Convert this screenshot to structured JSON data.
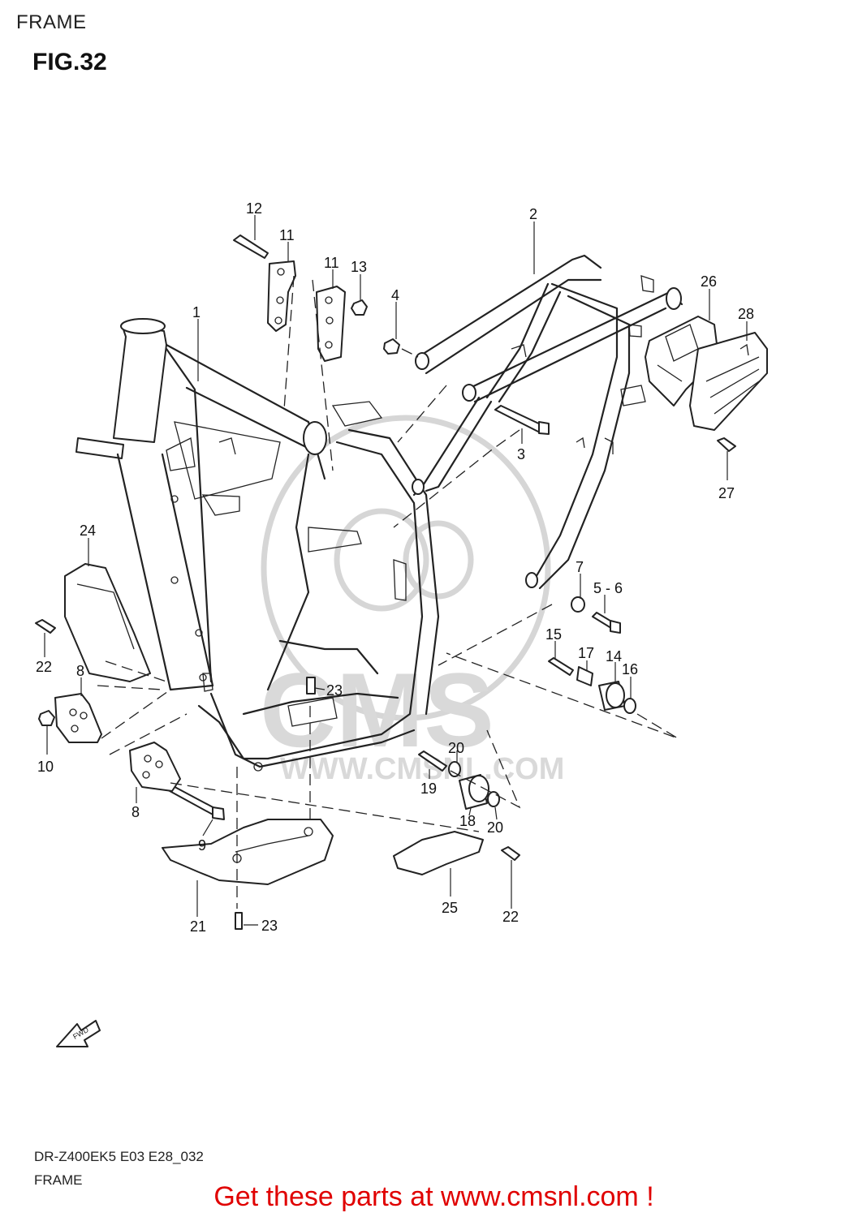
{
  "header": {
    "title": "FRAME",
    "figure": "FIG.32"
  },
  "watermark": {
    "text": "WWW.CMSNL.COM",
    "logo": "CMS"
  },
  "fwd_arrow": {
    "label": "FWD",
    "icon": "forward-arrow-icon"
  },
  "callouts": [
    "1",
    "2",
    "3",
    "4",
    "5-6",
    "7",
    "8",
    "8",
    "9",
    "10",
    "11",
    "11",
    "12",
    "13",
    "14",
    "15",
    "16",
    "17",
    "18",
    "19",
    "20",
    "20",
    "21",
    "22",
    "22",
    "23",
    "23",
    "24",
    "25",
    "26",
    "27",
    "28"
  ],
  "callout_labels": {
    "c1": "1",
    "c2": "2",
    "c3": "3",
    "c4": "4",
    "c56": "5 - 6",
    "c7": "7",
    "c8a": "8",
    "c8b": "8",
    "c9": "9",
    "c10": "10",
    "c11a": "11",
    "c11b": "11",
    "c12": "12",
    "c13": "13",
    "c14": "14",
    "c15": "15",
    "c16": "16",
    "c17": "17",
    "c18": "18",
    "c19": "19",
    "c20a": "20",
    "c20b": "20",
    "c21": "21",
    "c22a": "22",
    "c22b": "22",
    "c23a": "23",
    "c23b": "23",
    "c24": "24",
    "c25": "25",
    "c26": "26",
    "c27": "27",
    "c28": "28"
  },
  "footer": {
    "code": "DR-Z400EK5 E03 E28_032",
    "name": "FRAME",
    "promo": "Get these parts at www.cmsnl.com !",
    "promo_color": "#e00000"
  }
}
